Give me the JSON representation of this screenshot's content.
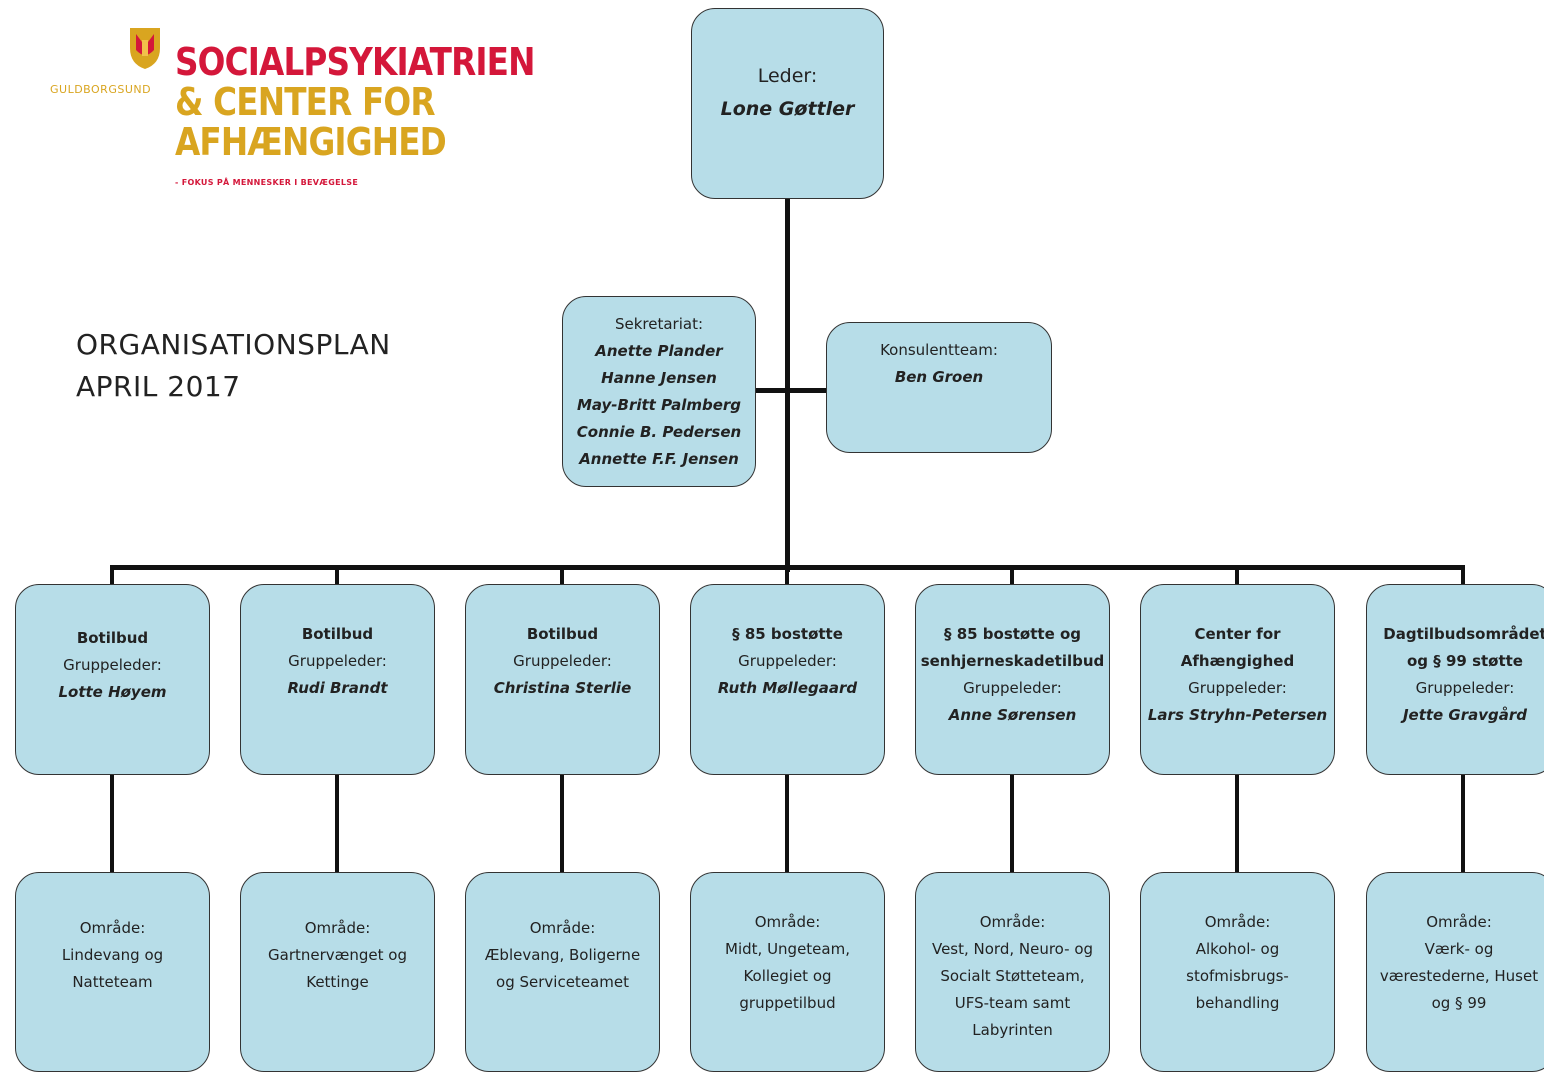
{
  "logo": {
    "municipality": "GULDBORGSUND",
    "line1": "SOCIALPSYKIATRIEN",
    "line2": "& CENTER FOR",
    "line3": "AFHÆNGIGHED",
    "tagline": "- FOKUS PÅ MENNESKER I BEVÆGELSE",
    "colors": {
      "red": "#d4173a",
      "gold": "#d9a520"
    }
  },
  "title": {
    "line1": "ORGANISATIONSPLAN",
    "line2": "APRIL 2017"
  },
  "leader": {
    "label": "Leder:",
    "name": "Lone Gøttler"
  },
  "secretariat": {
    "label": "Sekretariat:",
    "names": [
      "Anette Plander",
      "Hanne Jensen",
      "May-Britt Palmberg",
      "Connie B. Pedersen",
      "Annette F.F. Jensen"
    ]
  },
  "consultants": {
    "label": "Konsulentteam:",
    "name": "Ben Groen"
  },
  "groups": [
    {
      "title_lines": [
        "Botilbud"
      ],
      "role": "Gruppeleder:",
      "leader": "Lotte Høyem",
      "area_label": "Område:",
      "area_lines": [
        "Lindevang og",
        "Natteteam"
      ]
    },
    {
      "title_lines": [
        "Botilbud"
      ],
      "role": "Gruppeleder:",
      "leader": "Rudi Brandt",
      "area_label": "Område:",
      "area_lines": [
        "Gartnervænget og",
        "Kettinge"
      ]
    },
    {
      "title_lines": [
        "Botilbud"
      ],
      "role": "Gruppeleder:",
      "leader": "Christina Sterlie",
      "area_label": "Område:",
      "area_lines": [
        "Æblevang, Boligerne",
        "og Serviceteamet"
      ]
    },
    {
      "title_lines": [
        "§ 85 bostøtte"
      ],
      "role": "Gruppeleder:",
      "leader": "Ruth Møllegaard",
      "area_label": "Område:",
      "area_lines": [
        "Midt, Ungeteam,",
        "Kollegiet og",
        "gruppetilbud"
      ]
    },
    {
      "title_lines": [
        "§ 85 bostøtte og",
        "senhjerneskadetilbud"
      ],
      "role": "Gruppeleder:",
      "leader": "Anne Sørensen",
      "area_label": "Område:",
      "area_lines": [
        "Vest, Nord, Neuro- og",
        "Socialt Støtteteam,",
        "UFS-team samt",
        "Labyrinten"
      ]
    },
    {
      "title_lines": [
        "Center for",
        "Afhængighed"
      ],
      "role": "Gruppeleder:",
      "leader": "Lars Stryhn-Petersen",
      "area_label": "Område:",
      "area_lines": [
        "Alkohol- og",
        "stofmisbrugs-",
        "behandling"
      ]
    },
    {
      "title_lines": [
        "Dagtilbudsområdet",
        "og § 99 støtte"
      ],
      "role": "Gruppeleder:",
      "leader": "Jette Gravgård",
      "area_label": "Område:",
      "area_lines": [
        "Værk- og",
        "værestederne, Huset",
        "og § 99"
      ]
    }
  ],
  "colors": {
    "box_fill": "#b7dde8",
    "line": "#111111"
  }
}
